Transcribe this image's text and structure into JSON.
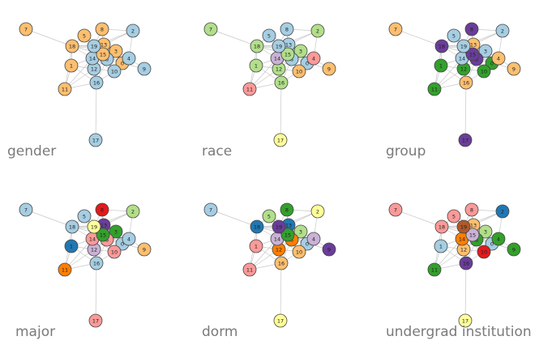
{
  "palette": {
    "lightblue": "#a6cee3",
    "blue": "#1f78b4",
    "lightgreen": "#b2df8a",
    "green": "#33a02c",
    "pink": "#fb9a99",
    "red": "#e31a1c",
    "lightorange": "#fdbf6f",
    "orange": "#ff7f00",
    "lavender": "#cab2d6",
    "purple": "#6a3d9a",
    "yellow": "#ffff99",
    "brown": "#b15928"
  },
  "edge_color": "#c8c8c8",
  "node_border": "#444444",
  "nodes": [
    "0",
    "1",
    "2",
    "3",
    "4",
    "5",
    "6",
    "7",
    "8",
    "9",
    "10",
    "11",
    "12",
    "13",
    "14",
    "15",
    "16",
    "17",
    "18",
    "19"
  ],
  "edges": [
    [
      "7",
      "18"
    ],
    [
      "17",
      "16"
    ],
    [
      "11",
      "1"
    ],
    [
      "11",
      "12"
    ],
    [
      "11",
      "14"
    ],
    [
      "11",
      "18"
    ],
    [
      "11",
      "16"
    ],
    [
      "9",
      "0"
    ],
    [
      "9",
      "4"
    ],
    [
      "2",
      "13"
    ],
    [
      "2",
      "4"
    ],
    [
      "2",
      "8"
    ],
    [
      "2",
      "19"
    ],
    [
      "5",
      "13"
    ],
    [
      "5",
      "19"
    ],
    [
      "5",
      "15"
    ],
    [
      "5",
      "18"
    ],
    [
      "8",
      "13"
    ],
    [
      "8",
      "15"
    ],
    [
      "8",
      "19"
    ],
    [
      "18",
      "19"
    ],
    [
      "18",
      "14"
    ],
    [
      "18",
      "15"
    ],
    [
      "18",
      "1"
    ],
    [
      "18",
      "13"
    ],
    [
      "18",
      "3"
    ],
    [
      "19",
      "13"
    ],
    [
      "19",
      "15"
    ],
    [
      "19",
      "14"
    ],
    [
      "19",
      "6"
    ],
    [
      "19",
      "12"
    ],
    [
      "19",
      "3"
    ],
    [
      "19",
      "0"
    ],
    [
      "13",
      "15"
    ],
    [
      "13",
      "3"
    ],
    [
      "13",
      "14"
    ],
    [
      "13",
      "6"
    ],
    [
      "13",
      "0"
    ],
    [
      "13",
      "4"
    ],
    [
      "15",
      "3"
    ],
    [
      "15",
      "14"
    ],
    [
      "15",
      "6"
    ],
    [
      "15",
      "12"
    ],
    [
      "15",
      "0"
    ],
    [
      "15",
      "10"
    ],
    [
      "3",
      "6"
    ],
    [
      "3",
      "0"
    ],
    [
      "3",
      "4"
    ],
    [
      "3",
      "14"
    ],
    [
      "14",
      "12"
    ],
    [
      "14",
      "6"
    ],
    [
      "14",
      "1"
    ],
    [
      "14",
      "16"
    ],
    [
      "14",
      "10"
    ],
    [
      "6",
      "0"
    ],
    [
      "6",
      "12"
    ],
    [
      "6",
      "10"
    ],
    [
      "6",
      "16"
    ],
    [
      "12",
      "1"
    ],
    [
      "12",
      "16"
    ],
    [
      "12",
      "10"
    ],
    [
      "0",
      "10"
    ],
    [
      "0",
      "4"
    ],
    [
      "10",
      "16"
    ],
    [
      "1",
      "16"
    ],
    [
      "4",
      "10"
    ]
  ],
  "panels": [
    {
      "title": "gender",
      "colors": {
        "0": "lightorange",
        "1": "lightorange",
        "2": "lightblue",
        "3": "lightorange",
        "4": "lightblue",
        "5": "lightorange",
        "6": "lightblue",
        "7": "lightorange",
        "8": "lightorange",
        "9": "lightblue",
        "10": "lightblue",
        "11": "lightorange",
        "12": "lightblue",
        "13": "lightorange",
        "14": "lightblue",
        "15": "lightorange",
        "16": "lightblue",
        "17": "lightblue",
        "18": "lightorange",
        "19": "lightblue"
      }
    },
    {
      "title": "race",
      "colors": {
        "0": "lightblue",
        "1": "lightgreen",
        "2": "lightgreen",
        "3": "lightgreen",
        "4": "pink",
        "5": "lightblue",
        "6": "lightblue",
        "7": "lightgreen",
        "8": "lightblue",
        "9": "lightorange",
        "10": "lightorange",
        "11": "pink",
        "12": "lightgreen",
        "13": "lightblue",
        "14": "lavender",
        "15": "lightgreen",
        "16": "lightgreen",
        "17": "yellow",
        "18": "lightgreen",
        "19": "lightblue"
      }
    },
    {
      "title": "group",
      "colors": {
        "0": "green",
        "1": "green",
        "2": "lightblue",
        "3": "lightblue",
        "4": "lightorange",
        "5": "lightblue",
        "6": "purple",
        "7": "lightorange",
        "8": "purple",
        "9": "lightorange",
        "10": "green",
        "11": "green",
        "12": "green",
        "13": "lightorange",
        "14": "lightblue",
        "15": "purple",
        "16": "lightorange",
        "17": "purple",
        "18": "purple",
        "19": "lightblue"
      }
    },
    {
      "title": "major",
      "colors": {
        "0": "lightblue",
        "1": "blue",
        "2": "lightgreen",
        "3": "green",
        "4": "lightblue",
        "5": "lightblue",
        "6": "pink",
        "7": "lightblue",
        "8": "red",
        "9": "lightorange",
        "10": "pink",
        "11": "orange",
        "12": "lavender",
        "13": "purple",
        "14": "pink",
        "15": "green",
        "16": "lightblue",
        "17": "pink",
        "18": "lightblue",
        "19": "yellow"
      }
    },
    {
      "title": "dorm",
      "colors": {
        "0": "lightblue",
        "1": "pink",
        "2": "yellow",
        "3": "lightgreen",
        "4": "lavender",
        "5": "lightgreen",
        "6": "orange",
        "7": "lightblue",
        "8": "green",
        "9": "purple",
        "10": "lightorange",
        "11": "pink",
        "12": "orange",
        "13": "blue",
        "14": "lavender",
        "15": "green",
        "16": "lightorange",
        "17": "yellow",
        "18": "blue",
        "19": "purple"
      }
    },
    {
      "title": "undergrad institution",
      "colors": {
        "0": "lightblue",
        "1": "lightblue",
        "2": "blue",
        "3": "lightgreen",
        "4": "green",
        "5": "pink",
        "6": "green",
        "7": "pink",
        "8": "pink",
        "9": "green",
        "10": "red",
        "11": "green",
        "12": "lightorange",
        "13": "lightorange",
        "14": "orange",
        "15": "lavender",
        "16": "purple",
        "17": "yellow",
        "18": "pink",
        "19": "brown"
      }
    }
  ]
}
